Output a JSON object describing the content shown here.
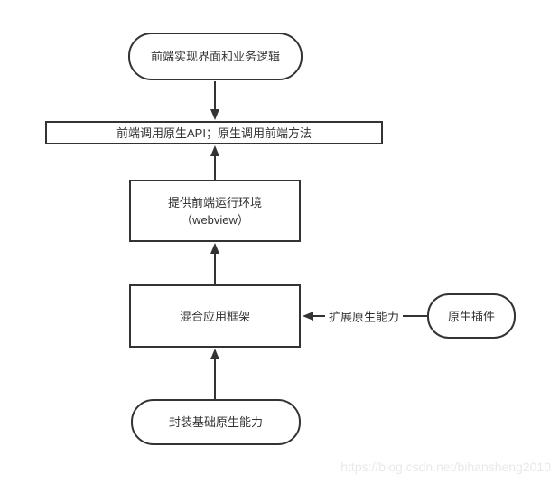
{
  "colors": {
    "stroke": "#333333",
    "text": "#333333",
    "background": "#ffffff",
    "watermark": "#e9e9e9"
  },
  "nodes": {
    "frontend_ui": {
      "shape": "stadium",
      "label": "前端实现界面和业务逻辑"
    },
    "bridge_api": {
      "shape": "rect",
      "label": "前端调用原生API；原生调用前端方法"
    },
    "webview": {
      "shape": "rect",
      "line1": "提供前端运行环境",
      "line2": "（webview）"
    },
    "hybrid": {
      "shape": "rect",
      "label": "混合应用框架"
    },
    "plugin": {
      "shape": "stadium",
      "label": "原生插件"
    },
    "native_base": {
      "shape": "stadium",
      "label": "封装基础原生能力"
    }
  },
  "edges": {
    "frontend_to_bridge": {
      "direction": "down"
    },
    "webview_to_bridge": {
      "direction": "up"
    },
    "hybrid_to_webview": {
      "direction": "up"
    },
    "native_base_to_hybrid": {
      "direction": "up"
    },
    "plugin_to_hybrid": {
      "direction": "left",
      "label": "扩展原生能力"
    }
  },
  "watermark": {
    "text": "https://blog.csdn.net/bihansheng2010"
  }
}
